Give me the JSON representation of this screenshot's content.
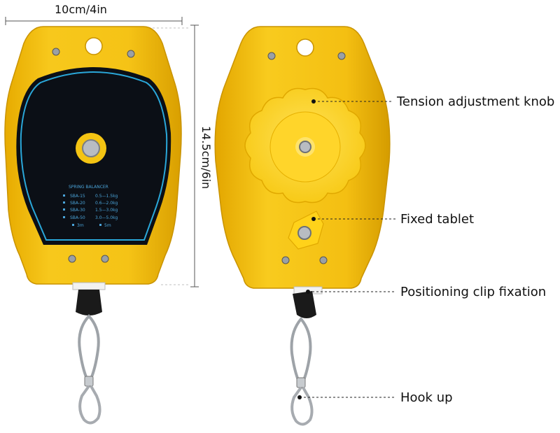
{
  "dimensions": {
    "width_label": "10cm/4in",
    "height_label": "14.5cm/6in"
  },
  "front_panel": {
    "title": "SPRING BALANCER",
    "models": [
      {
        "model": "SBA-15",
        "range": "0.5—1.5kg"
      },
      {
        "model": "SBA-20",
        "range": "0.6—2.0kg"
      },
      {
        "model": "SBA-30",
        "range": "1.5—3.0kg"
      },
      {
        "model": "SBA-50",
        "range": "3.0—5.0kg"
      }
    ],
    "lengths": [
      "3m",
      "5m"
    ]
  },
  "callouts": {
    "tension_knob": "Tension adjustment knob",
    "fixed_tablet": "Fixed tablet",
    "positioning_clip": "Positioning clip fixation",
    "hook": "Hook up"
  },
  "colors": {
    "body_yellow": "#f5c316",
    "body_edge": "#d9a200",
    "panel": "#0b0f16",
    "panel_ring": "#2aa7d9",
    "knob": "#ffd21a"
  }
}
